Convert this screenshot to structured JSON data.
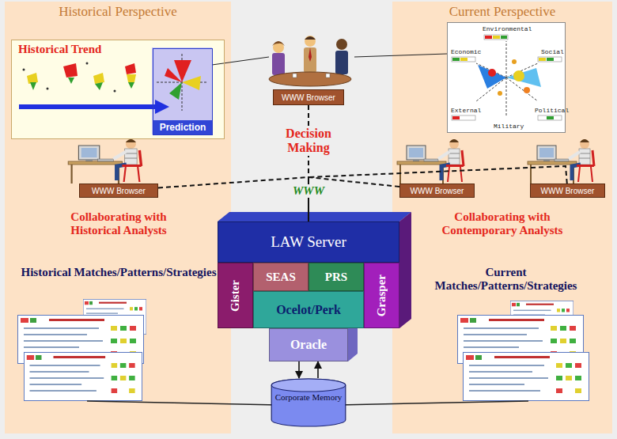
{
  "diagram": {
    "nodes": [
      {
        "text": [
          "Historical Perspective"
        ]
      },
      {
        "text": [
          "Historical Trend"
        ],
        "in": 0
      },
      {
        "text": [
          "Prediction"
        ],
        "in": 1
      },
      {
        "text": [
          "WWW Browser"
        ]
      },
      {
        "text": [
          "Current Perspective"
        ]
      },
      {
        "text": [
          "Environmental",
          "Economic",
          "Social",
          "External",
          "Political",
          "Military"
        ],
        "in": 4
      },
      {
        "text": [
          "WWW Browser"
        ],
        "in": 0
      },
      {
        "text": [
          "WWW Browser"
        ],
        "in": 4
      },
      {
        "text": [
          "WWW Browser"
        ],
        "in": 4
      },
      {
        "text": [
          "LAW Server"
        ]
      },
      {
        "text": [
          "Gister"
        ]
      },
      {
        "text": [
          "SEAS"
        ]
      },
      {
        "text": [
          "PRS"
        ]
      },
      {
        "text": [
          "Grasper"
        ]
      },
      {
        "text": [
          "Ocelot/Perk"
        ]
      },
      {
        "text": [
          "Oracle"
        ]
      },
      {
        "text": [
          "Corporate Memory"
        ]
      }
    ],
    "edges": [
      {
        "from": 3,
        "to": 9,
        "arrow": "none"
      },
      {
        "from": 6,
        "to": 9,
        "arrow": "none"
      },
      {
        "from": 7,
        "to": 9,
        "arrow": "none"
      },
      {
        "from": 8,
        "to": 9,
        "arrow": "none"
      },
      {
        "from": 15,
        "to": 16,
        "arrow": "to"
      },
      {
        "from": 16,
        "to": 15,
        "arrow": "to"
      }
    ],
    "labels": [
      "WWW",
      "Decision Making",
      "Collaborating with Historical Analysts",
      "Collaborating with Contemporary Analysts",
      "Historical Matches/Patterns/Strategies",
      "Current Matches/Patterns/Strategies"
    ]
  }
}
